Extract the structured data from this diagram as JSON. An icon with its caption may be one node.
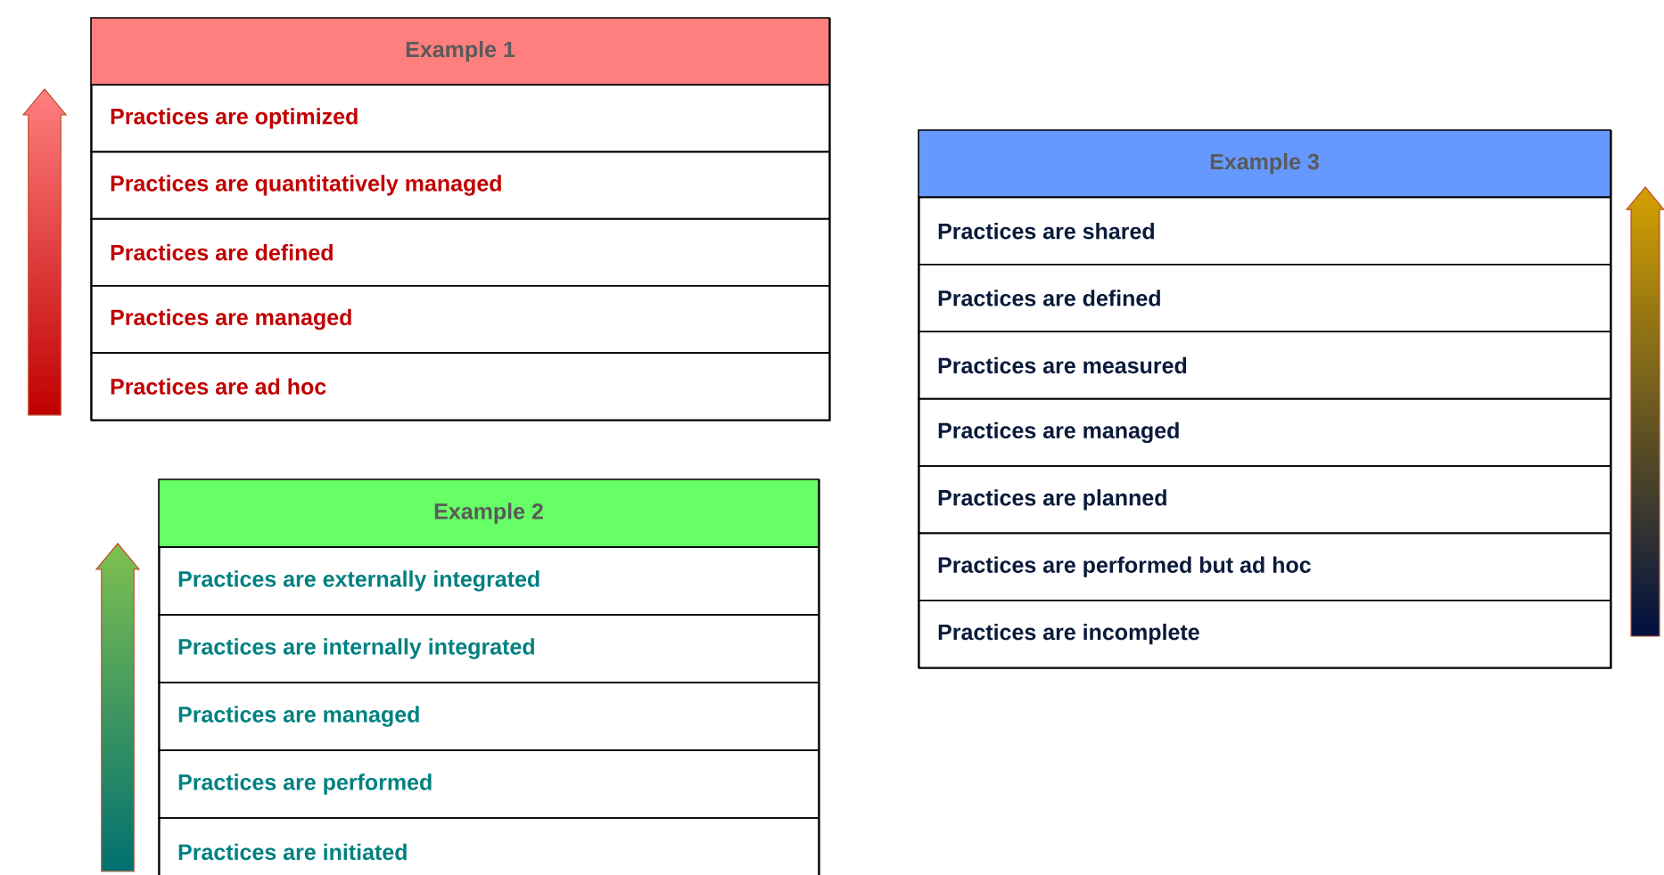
{
  "diagram": {
    "nodes": [
      {
        "text": [
          "Example 1",
          "Practices are optimized",
          "Practices are quantitatively managed",
          "Practices are defined",
          "Practices are managed",
          "Practices are ad hoc"
        ]
      },
      {
        "text": [
          "Example 2",
          "Practices are externally integrated",
          "Practices are internally integrated",
          "Practices are managed",
          "Practices are performed",
          "Practices are initiated"
        ]
      },
      {
        "text": [
          "Example 3",
          "Practices are shared",
          "Practices are defined",
          "Practices are measured",
          "Practices are managed",
          "Practices are planned",
          "Practices are performed but ad hoc",
          "Practices are incomplete"
        ]
      }
    ]
  }
}
